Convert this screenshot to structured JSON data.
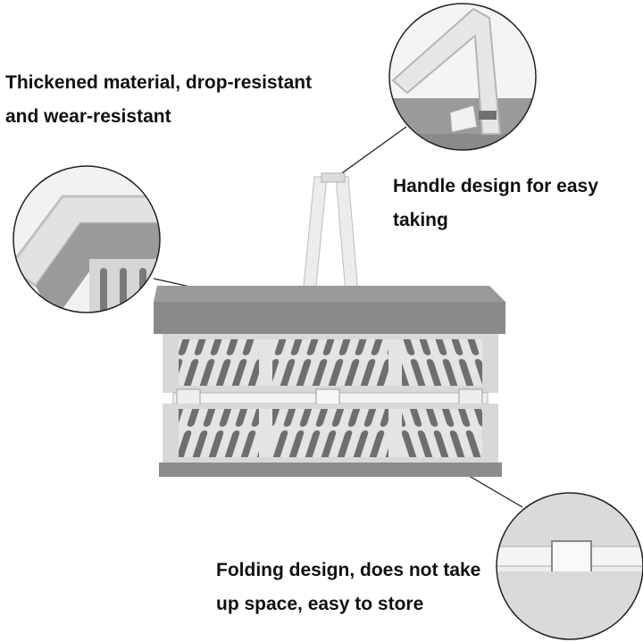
{
  "captions": {
    "material": {
      "line1": "Thickened material, drop-resistant",
      "line2": "and wear-resistant"
    },
    "handle": {
      "line1": "Handle design for easy",
      "line2": "taking"
    },
    "folding": {
      "line1": "Folding design, does not take",
      "line2": "up space, easy to store"
    }
  },
  "colors": {
    "rim_gray": "#8a8a8a",
    "body_light": "#e4e4e4",
    "slot_dark": "#6e6e6e",
    "base_gray": "#8c8c8c",
    "handle_white": "#ececec",
    "callout_border": "#222222"
  }
}
